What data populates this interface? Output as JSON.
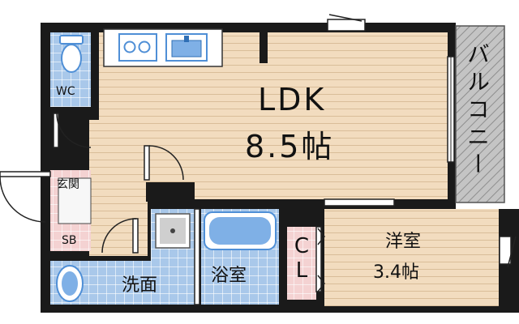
{
  "rooms": {
    "ldk": {
      "name": "LDK",
      "size": "8.5帖"
    },
    "western": {
      "name": "洋室",
      "size": "3.4帖"
    },
    "wc": "WC",
    "entrance": "玄関",
    "shoebox": "SB",
    "washroom": "洗面",
    "bathroom": "浴室",
    "closet": [
      "C",
      "L"
    ],
    "balcony": "バルコニー"
  },
  "colors": {
    "wall": "#1a1a1a",
    "wood_floor": "#f2dcbf",
    "tile_blue": "#a9c8ea",
    "pink_floor": "#f4d2d2",
    "balcony": "#bdbdbd",
    "fixture_blue": "#4f8fd6"
  }
}
